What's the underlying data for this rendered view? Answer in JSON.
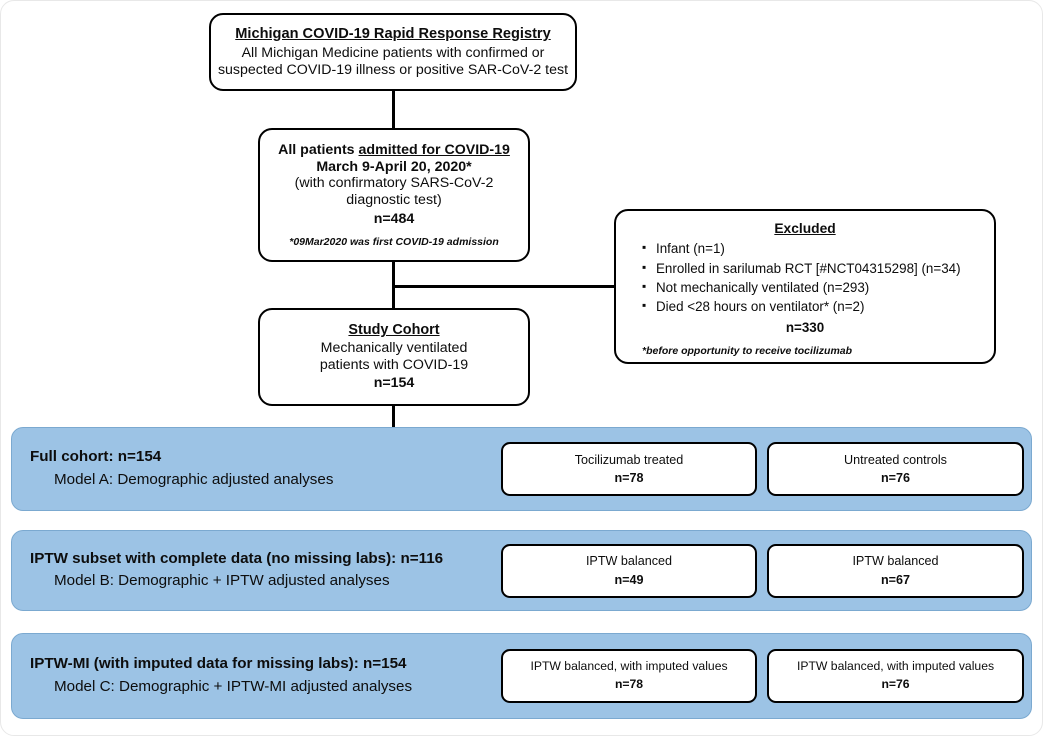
{
  "flow": {
    "registry": {
      "title": "Michigan COVID-19 Rapid Response Registry",
      "line1": "All Michigan Medicine patients with confirmed or",
      "line2": "suspected COVID-19 illness or positive SAR-CoV-2 test"
    },
    "admitted": {
      "title_prefix": "All patients ",
      "title_underlined": "admitted for COVID-19",
      "line2": "March 9-April 20, 2020*",
      "line3": "(with confirmatory SARS-CoV-2",
      "line4": "diagnostic test)",
      "n": "n=484",
      "footnote": "*09Mar2020 was first COVID-19 admission"
    },
    "excluded": {
      "title": "Excluded",
      "items": [
        "Infant (n=1)",
        "Enrolled in sarilumab RCT [#NCT04315298] (n=34)",
        "Not mechanically ventilated (n=293)",
        "Died <28 hours on ventilator* (n=2)"
      ],
      "n": "n=330",
      "footnote": "*before opportunity to receive tocilizumab"
    },
    "cohort": {
      "title": "Study Cohort",
      "line1": "Mechanically ventilated",
      "line2": "patients with COVID-19",
      "n": "n=154"
    }
  },
  "bands": [
    {
      "label_line1": "Full cohort:  n=154",
      "label_line2": "Model A:  Demographic adjusted analyses",
      "left_box": {
        "label": "Tocilizumab treated",
        "n": "n=78"
      },
      "right_box": {
        "label": "Untreated controls",
        "n": "n=76"
      }
    },
    {
      "label_line1": "IPTW subset with complete data (no missing labs):  n=116",
      "label_line2": "Model B:  Demographic + IPTW adjusted analyses",
      "left_box": {
        "label": "IPTW balanced",
        "n": "n=49"
      },
      "right_box": {
        "label": "IPTW balanced",
        "n": "n=67"
      }
    },
    {
      "label_line1": "IPTW-MI (with imputed data for missing labs):  n=154",
      "label_line2": "Model C:  Demographic + IPTW-MI adjusted analyses",
      "left_box": {
        "label": "IPTW balanced, with imputed values",
        "n": "n=78"
      },
      "right_box": {
        "label": "IPTW balanced, with imputed values",
        "n": "n=76"
      }
    }
  ],
  "colors": {
    "band_fill": "#9cc3e5",
    "band_border": "#7ba9d0",
    "box_border": "#000000",
    "text": "#0d0d0d"
  }
}
